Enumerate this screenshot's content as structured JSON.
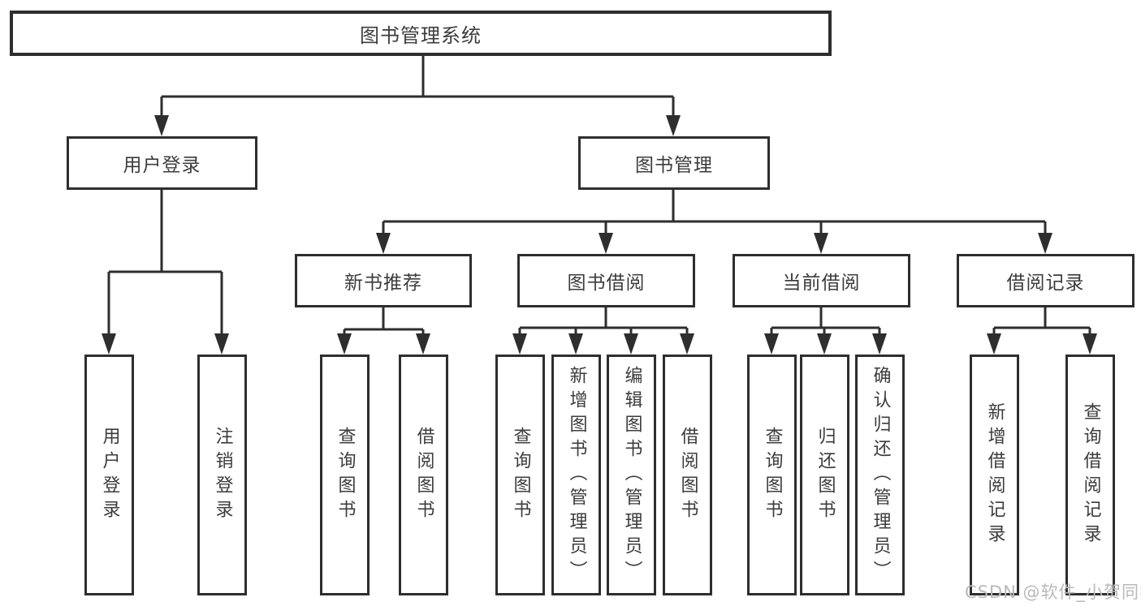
{
  "diagram": {
    "title": "图书管理系统",
    "colors": {
      "line": "#2e2e2e",
      "text": "#3c3c3c",
      "background": "#ffffff",
      "watermark": "#b9b9b9"
    },
    "root": {
      "label": "图书管理系统"
    },
    "level2": [
      {
        "label": "用户登录"
      },
      {
        "label": "图书管理"
      }
    ],
    "level3": [
      {
        "label": "新书推荐"
      },
      {
        "label": "图书借阅"
      },
      {
        "label": "当前借阅"
      },
      {
        "label": "借阅记录"
      }
    ],
    "leaves": [
      {
        "label": "用户登录",
        "parent": "用户登录"
      },
      {
        "label": "注销登录",
        "parent": "用户登录"
      },
      {
        "label": "查询图书",
        "parent": "新书推荐"
      },
      {
        "label": "借阅图书",
        "parent": "新书推荐"
      },
      {
        "label": "查询图书",
        "parent": "图书借阅"
      },
      {
        "label": "新增图书（管理员）",
        "parent": "图书借阅"
      },
      {
        "label": "编辑图书（管理员）",
        "parent": "图书借阅"
      },
      {
        "label": "借阅图书",
        "parent": "图书借阅"
      },
      {
        "label": "查询图书",
        "parent": "当前借阅"
      },
      {
        "label": "归还图书",
        "parent": "当前借阅"
      },
      {
        "label": "确认归还（管理员）",
        "parent": "当前借阅"
      },
      {
        "label": "新增借阅记录",
        "parent": "借阅记录"
      },
      {
        "label": "查询借阅记录",
        "parent": "借阅记录"
      }
    ]
  },
  "watermark": {
    "text": "CSDN @软件_小贺同学"
  }
}
